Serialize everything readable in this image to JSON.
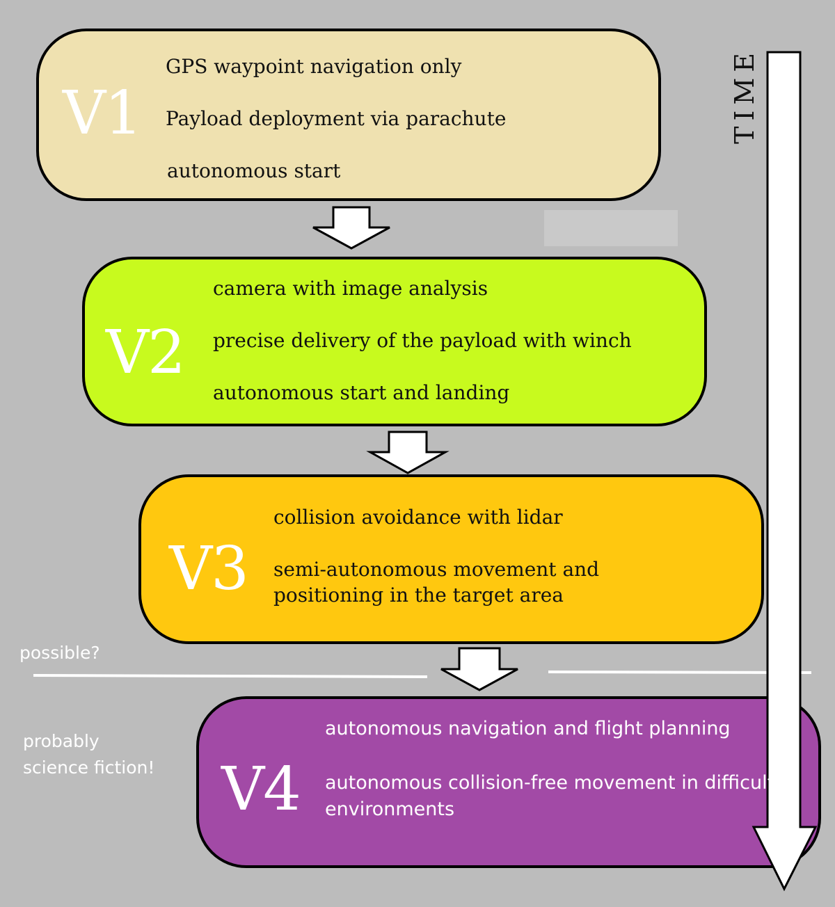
{
  "axis": {
    "label": "TIME"
  },
  "stages": [
    {
      "id": "V1",
      "label": "V1",
      "color": "#efe1b0",
      "lines": [
        "GPS waypoint navigation only",
        "Payload deployment via parachute",
        "autonomous start"
      ]
    },
    {
      "id": "V2",
      "label": "V2",
      "color": "#c8fa1e",
      "lines": [
        "camera with image analysis",
        "precise delivery of the payload with winch",
        "autonomous start and landing"
      ]
    },
    {
      "id": "V3",
      "label": "V3",
      "color": "#ffc80f",
      "lines": [
        "collision avoidance with lidar",
        "semi-autonomous movement and",
        "positioning in the target area"
      ]
    },
    {
      "id": "V4",
      "label": "V4",
      "color": "#a24aa6",
      "lines": [
        "autonomous navigation and flight planning",
        "autonomous collision-free movement in difficult",
        "environments"
      ]
    }
  ],
  "notes": {
    "possible": "possible?",
    "probably_line1": "probably",
    "probably_line2": "science fiction!"
  }
}
